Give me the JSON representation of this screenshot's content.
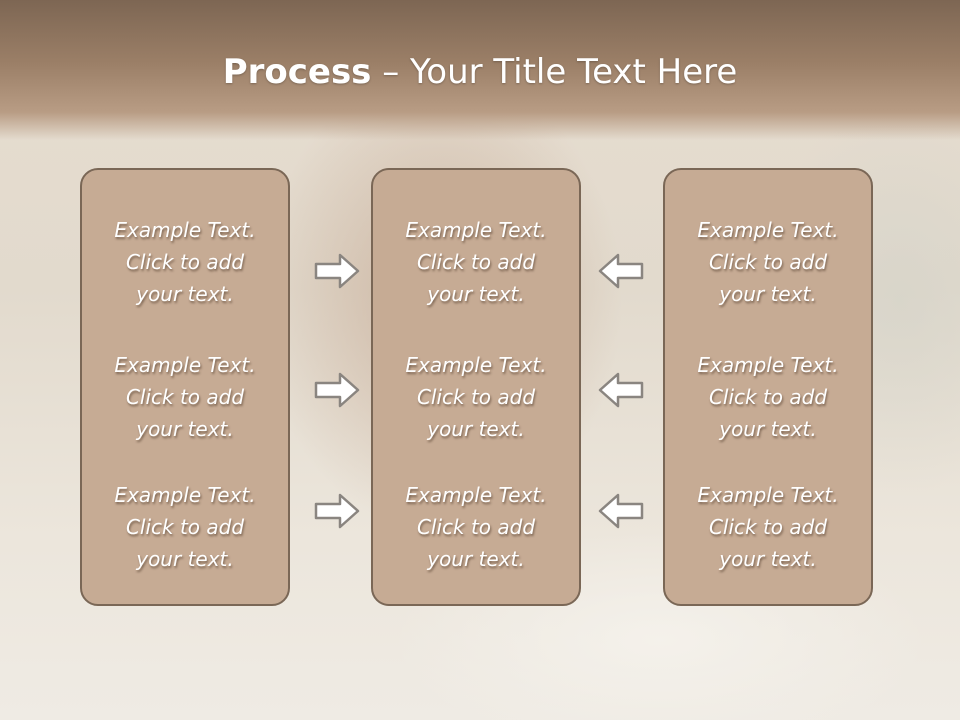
{
  "title": {
    "bold": "Process",
    "rest": " – Your Title Text Here"
  },
  "panels": [
    {
      "items": [
        {
          "line1": "Example Text.",
          "line2": "Click  to add",
          "line3": "your text."
        },
        {
          "line1": "Example Text.",
          "line2": "Click  to add",
          "line3": "your text."
        },
        {
          "line1": "Example Text.",
          "line2": "Click  to add",
          "line3": "your text."
        }
      ]
    },
    {
      "items": [
        {
          "line1": "Example Text.",
          "line2": "Click  to add",
          "line3": "your text."
        },
        {
          "line1": "Example Text.",
          "line2": "Click  to add",
          "line3": "your text."
        },
        {
          "line1": "Example Text.",
          "line2": "Click  to add",
          "line3": "your text."
        }
      ]
    },
    {
      "items": [
        {
          "line1": "Example Text.",
          "line2": "Click  to add",
          "line3": "your text."
        },
        {
          "line1": "Example Text.",
          "line2": "Click  to add",
          "line3": "your text."
        },
        {
          "line1": "Example Text.",
          "line2": "Click  to add",
          "line3": "your text."
        }
      ]
    }
  ],
  "arrows": {
    "left_column": "right-arrow-icon",
    "right_column": "left-arrow-icon"
  },
  "colors": {
    "panel_fill": "#c6ab94",
    "panel_border": "#7a6756",
    "title_bar": "#9b7f67",
    "text": "#ffffff"
  }
}
